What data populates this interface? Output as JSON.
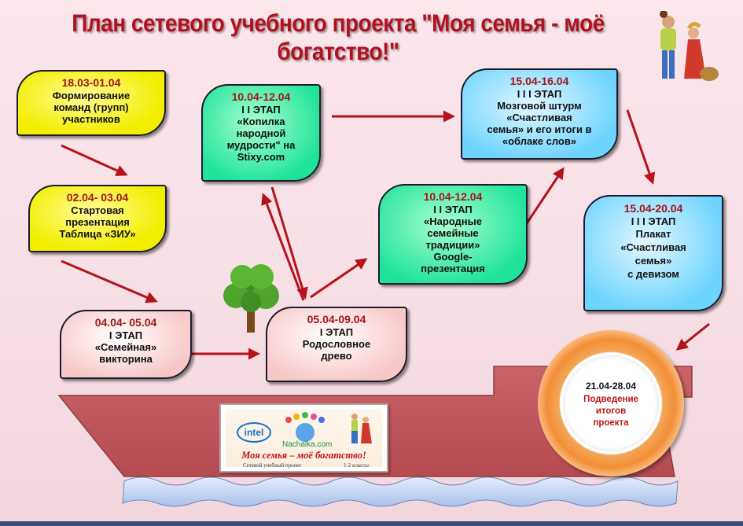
{
  "title": "План сетевого учебного проекта \"Моя семья - моё богатство!\"",
  "nodes": {
    "n1": {
      "date": "18.03-01.04",
      "desc": "Формирование\nкоманд (групп)\nучастников"
    },
    "n2": {
      "date": "02.04- 03.04",
      "desc": "Стартовая\nпрезентация\nТаблица «ЗИУ»"
    },
    "n3": {
      "date": "04.04- 05.04",
      "stage": "I ЭТАП",
      "desc": "«Семейная»\nвикторина"
    },
    "n4": {
      "date": "05.04-09.04",
      "stage": "I ЭТАП",
      "desc": "Родословное\nдрево"
    },
    "n5": {
      "date": "10.04-12.04",
      "stage": "I I ЭТАП",
      "desc": "«Копилка\nнародной\nмудрости\" на\nStixy.com"
    },
    "n6": {
      "date": "10.04-12.04",
      "stage": "I I ЭТАП",
      "desc": "«Народные\nсемейные\nтрадиции»\nGoogle-\nпрезентация"
    },
    "n7": {
      "date": "15.04-16.04",
      "stage": "I I I  ЭТАП",
      "desc": "Мозговой штурм\n«Счастливая\nсемья» и его итоги в\n«облаке слов»"
    },
    "n8": {
      "date": "15.04-20.04",
      "stage": "I I I  ЭТАП",
      "desc": "Плакат\n«Счастливая\nсемья»\nс девизом"
    },
    "final": {
      "date": "21.04-28.04",
      "desc": "Подведение\nитогов\nпроекта"
    }
  },
  "banner": {
    "logo": "intel",
    "site": "Nachalka.com",
    "title": "Моя семья – моё богатство!",
    "subtitle": "Сетевой учебный проект",
    "grades": "1-2 классы"
  },
  "colors": {
    "title": "#b0121f",
    "date": "#a31616",
    "arrow": "#b5121b",
    "ship_hull": "#c0585c"
  }
}
